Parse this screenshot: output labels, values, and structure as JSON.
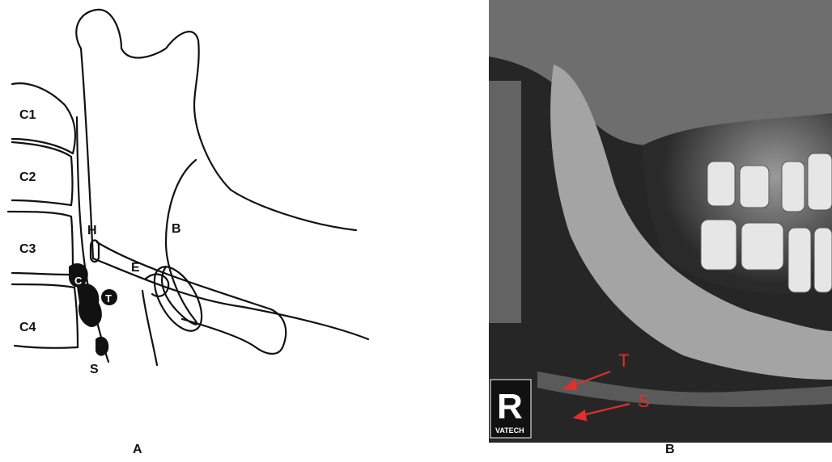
{
  "panel_a": {
    "caption": "A",
    "vertebrae": [
      "C1",
      "C2",
      "C3",
      "C4"
    ],
    "structures": {
      "hyoid": "H",
      "epiglottis": "E",
      "b_label": "B",
      "c_label": "C",
      "t_label": "T",
      "s_label": "S"
    }
  },
  "panel_b": {
    "caption": "B",
    "arrows": [
      "T",
      "S"
    ],
    "badge_letter": "R",
    "badge_brand": "VATECH",
    "arrow_color": "#e0302a"
  }
}
